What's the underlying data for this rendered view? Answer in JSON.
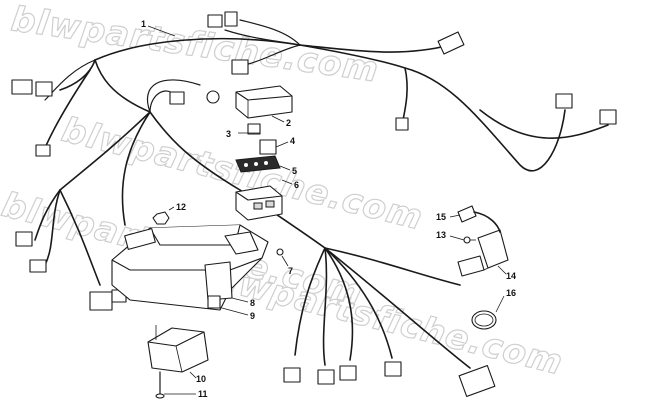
{
  "diagram": {
    "watermarks": [
      "blwpartsfiche.com",
      "blwpartsfiche.com",
      "blwpartsfiche.com",
      "blwpartsfiche.com"
    ],
    "callouts": [
      "1",
      "2",
      "3",
      "4",
      "5",
      "6",
      "7",
      "8",
      "9",
      "10",
      "11",
      "12",
      "13",
      "14",
      "15",
      "16"
    ]
  }
}
